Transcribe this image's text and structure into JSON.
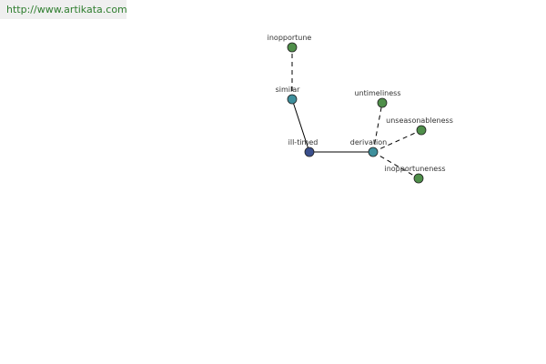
{
  "source_url": "http://www.artikata.com",
  "graph": {
    "nodes": [
      {
        "id": "ill-timed",
        "label": "ill-timed",
        "kind": "root",
        "color": "#3a4f8c"
      },
      {
        "id": "similar",
        "label": "similar",
        "kind": "relation",
        "color": "#3e8f9c"
      },
      {
        "id": "inopportune",
        "label": "inopportune",
        "kind": "word",
        "color": "#4f8f4a"
      },
      {
        "id": "derivation",
        "label": "derivation",
        "kind": "relation",
        "color": "#3e8f9c"
      },
      {
        "id": "untimeliness",
        "label": "untimeliness",
        "kind": "word",
        "color": "#4f8f4a"
      },
      {
        "id": "unseasonableness",
        "label": "unseasonableness",
        "kind": "word",
        "color": "#4f8f4a"
      },
      {
        "id": "inopportuneness",
        "label": "inopportuneness",
        "kind": "word",
        "color": "#4f8f4a"
      }
    ],
    "edges": [
      {
        "from": "ill-timed",
        "to": "similar",
        "style": "solid"
      },
      {
        "from": "ill-timed",
        "to": "derivation",
        "style": "solid"
      },
      {
        "from": "similar",
        "to": "inopportune",
        "style": "dashed"
      },
      {
        "from": "derivation",
        "to": "untimeliness",
        "style": "dashed"
      },
      {
        "from": "derivation",
        "to": "unseasonableness",
        "style": "dashed"
      },
      {
        "from": "derivation",
        "to": "inopportuneness",
        "style": "dashed"
      }
    ]
  }
}
